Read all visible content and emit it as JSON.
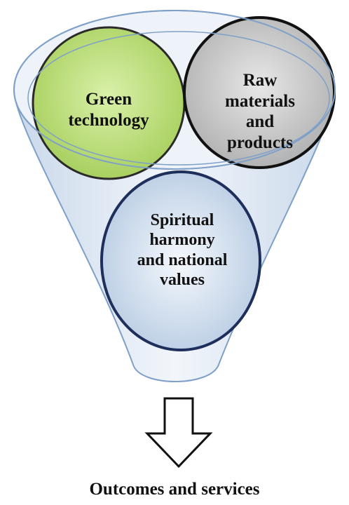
{
  "funnel": {
    "circles": [
      {
        "id": "green",
        "label": "Green\ntechnology",
        "fill": "#b5dc6a",
        "stroke": "#2a2a2a"
      },
      {
        "id": "raw",
        "label": "Raw\nmaterials\nand\nproducts",
        "fill": "#c9c9c9",
        "stroke": "#111111"
      },
      {
        "id": "spiritual",
        "label": "Spiritual\nharmony\nand national\nvalues",
        "fill": "#d7e3f1",
        "stroke": "#1e2f5b"
      }
    ],
    "outline_color": "#7fa0c8",
    "funnel_fill": "#dfe8f3"
  },
  "outcome": {
    "label": "Outcomes and services"
  }
}
